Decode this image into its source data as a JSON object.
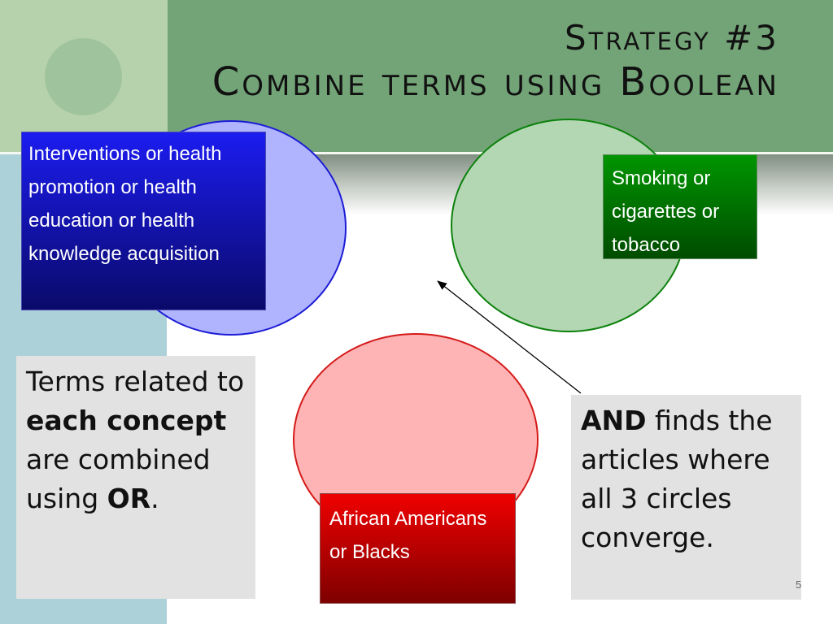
{
  "title": {
    "line1": "Strategy #3",
    "line2": "Combine terms using Boolean"
  },
  "concepts": {
    "blue": "Interventions or health promotion or health education or health knowledge acquisition",
    "green": "Smoking or cigarettes or tobacco",
    "red": "African Americans or Blacks"
  },
  "note_left": {
    "part1": "Terms related to ",
    "bold1": "each concept",
    "part2": " are combined using ",
    "bold2": "OR",
    "part3": "."
  },
  "note_right": {
    "bold": "AND",
    "rest": " finds the articles where all 3 circles converge."
  },
  "slide_number": "5",
  "colors": {
    "blue_circle": "#b0b4fe",
    "green_circle": "#b3d7b3",
    "red_circle": "#feb4b4",
    "header_green": "#73a477",
    "sidebar_blue": "#acd1d9"
  }
}
